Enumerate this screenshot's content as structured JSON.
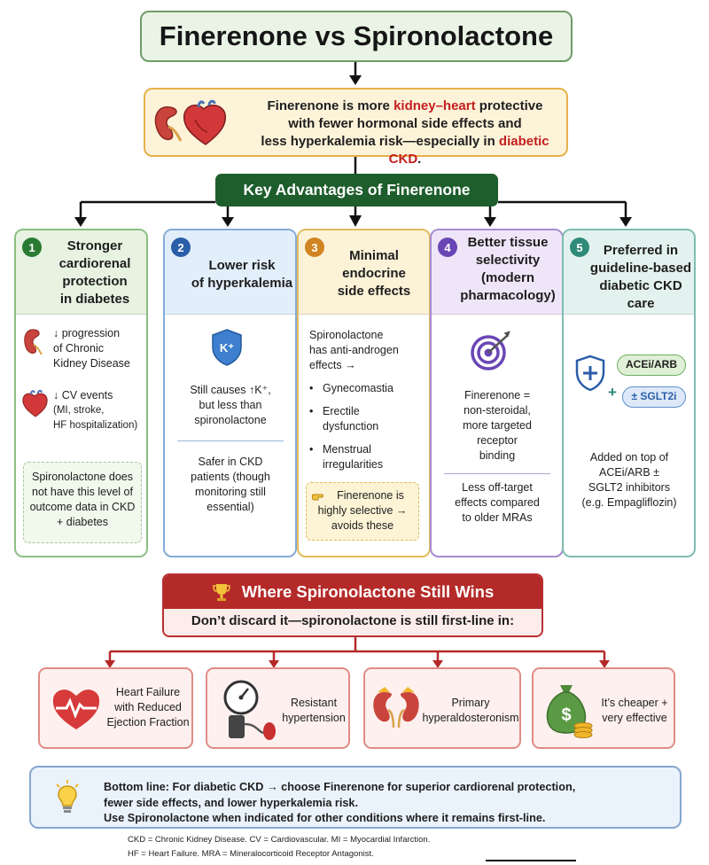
{
  "title": "Finerenone vs Spironolactone",
  "summary": {
    "line1_pre": "Finerenone is more ",
    "line1_hl": "kidney–heart",
    "line1_post": " protective",
    "line2": "with fewer hormonal side effects and",
    "line3_pre": "less hyperkalemia risk—especially in ",
    "line3_hl": "diabetic CKD",
    "line3_post": "."
  },
  "advantages_header": "Key Advantages of Finerenone",
  "columns": [
    {
      "num": "1",
      "title_lines": [
        "Stronger",
        "cardiorenal",
        "protection",
        "in diabetes"
      ],
      "items": [
        {
          "icon": "kidney-icon",
          "lines": [
            "↓ progression",
            "of Chronic",
            "Kidney Disease"
          ]
        },
        {
          "icon": "heart-icon",
          "lines": [
            "↓ CV events",
            "(MI, stroke,",
            "HF hospitalization)"
          ]
        }
      ],
      "note": [
        "Spironolactone does",
        "not have this level of",
        "outcome data in CKD",
        "+ diabetes"
      ]
    },
    {
      "num": "2",
      "title_lines": [
        "Lower risk",
        "of hyperkalemia"
      ],
      "icon_label": "K⁺",
      "text1": [
        "Still causes ↑K⁺,",
        "but less than",
        "spironolactone"
      ],
      "text2": [
        "Safer in CKD",
        "patients (though",
        "monitoring still",
        "essential)"
      ]
    },
    {
      "num": "3",
      "title_lines": [
        "Minimal",
        "endocrine",
        "side effects"
      ],
      "intro": [
        "Spironolactone",
        "has anti-androgen",
        "effects →"
      ],
      "bullets": [
        [
          "Gynecomastia"
        ],
        [
          "Erectile",
          "dysfunction"
        ],
        [
          "Menstrual",
          "irregularities"
        ]
      ],
      "note": [
        "Finerenone is",
        "highly selective →",
        "avoids these"
      ]
    },
    {
      "num": "4",
      "title_lines": [
        "Better tissue",
        "selectivity",
        "(modern",
        "pharmacology)"
      ],
      "text1": [
        "Finerenone =",
        "non-steroidal,",
        "more targeted",
        "receptor",
        "binding"
      ],
      "text2": [
        "Less off-target",
        "effects compared",
        "to older MRAs"
      ]
    },
    {
      "num": "5",
      "title_lines": [
        "Preferred in",
        "guideline-based",
        "diabetic CKD care"
      ],
      "pill1": "ACEi/ARB",
      "pill2": "± SGLT2i",
      "plus": "+",
      "text1": [
        "Added on top of",
        "ACEi/ARB ±",
        "SGLT2 inhibitors",
        "(e.g. Empagliflozin)"
      ]
    }
  ],
  "wins": {
    "title": "Where Spironolactone Still Wins",
    "subtitle": "Don’t discard it—spironolactone is still first-line in:",
    "boxes": [
      {
        "icon": "heart-failure-icon",
        "lines": [
          "Heart Failure",
          "with Reduced",
          "Ejection Fraction"
        ]
      },
      {
        "icon": "blood-pressure-icon",
        "lines": [
          "Resistant",
          "hypertension"
        ]
      },
      {
        "icon": "adrenal-kidney-icon",
        "lines": [
          "Primary",
          "hyperaldosteronism"
        ]
      },
      {
        "icon": "money-bag-icon",
        "lines": [
          "It’s cheaper +",
          "very effective"
        ]
      }
    ]
  },
  "bottom_line": {
    "line1": "Bottom line:  For diabetic CKD → choose Finerenone for superior cardiorenal protection,",
    "line2": "fewer side effects, and lower hyperkalemia risk.",
    "line3": "Use Spironolactone when indicated for other conditions where it remains first-line."
  },
  "footnote": {
    "line1": "CKD = Chronic Kidney Disease. CV = Cardiovascular. MI = Myocardial Infarction.",
    "line2": "HF = Heart Failure. MRA = Mineralocorticoid Receptor Antagonist."
  },
  "colors": {
    "title_border": "#6f9c6a",
    "advantages_header_bg": "#1e5d2c",
    "highlight_red": "#c41f1f",
    "wins_red": "#b42a28"
  }
}
